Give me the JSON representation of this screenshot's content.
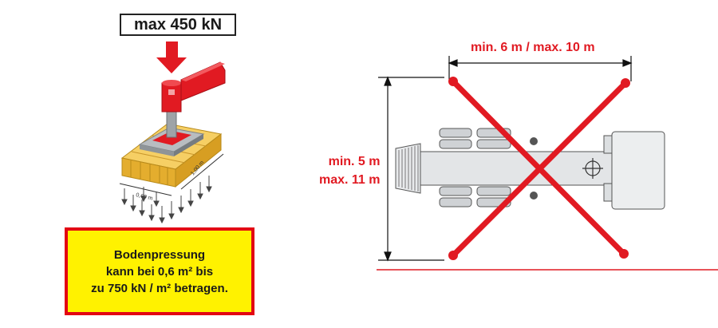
{
  "load_label": "max 450 kN",
  "dimension_labels": {
    "plank_width": "0,60 m",
    "plank_length": "1,00 m"
  },
  "note": {
    "line1": "Bodenpressung",
    "line2": "kann bei 0,6 m² bis",
    "line3": "zu 750 kN / m² betragen."
  },
  "outrigger": {
    "width_label": "min. 6 m / max. 10 m",
    "height_label_min": "min. 5 m",
    "height_label_max": "max. 11 m"
  },
  "colors": {
    "accent_red": "#e11a22",
    "note_yellow": "#fff200",
    "note_border": "#e30613",
    "wood": "#f2c34b"
  }
}
